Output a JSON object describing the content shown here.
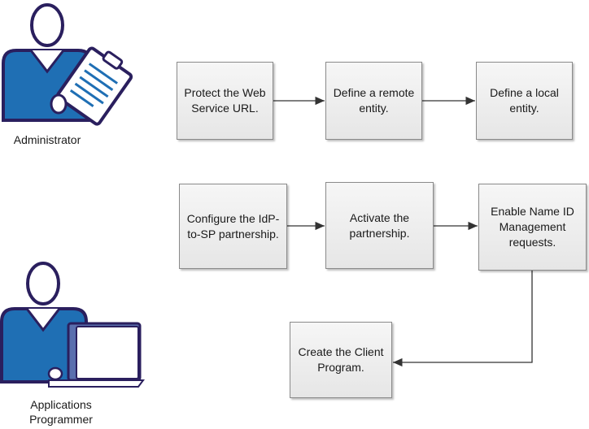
{
  "roles": [
    {
      "label": "Administrator",
      "icon": "administrator-clipboard-icon"
    },
    {
      "label_lines": [
        "Applications",
        "Programmer"
      ],
      "icon": "programmer-laptop-icon"
    }
  ],
  "steps": {
    "protect": "Protect the Web Service URL.",
    "remote": "Define a remote entity.",
    "local": "Define a local entity.",
    "configure": "Configure the IdP-to-SP partnership.",
    "activate": "Activate the partnership.",
    "enable": "Enable Name ID Management requests.",
    "client": "Create the Client Program."
  },
  "colors": {
    "person_blue": "#1f6fb4",
    "person_outline": "#2a1f5e",
    "box_border": "#8a8a8a"
  }
}
